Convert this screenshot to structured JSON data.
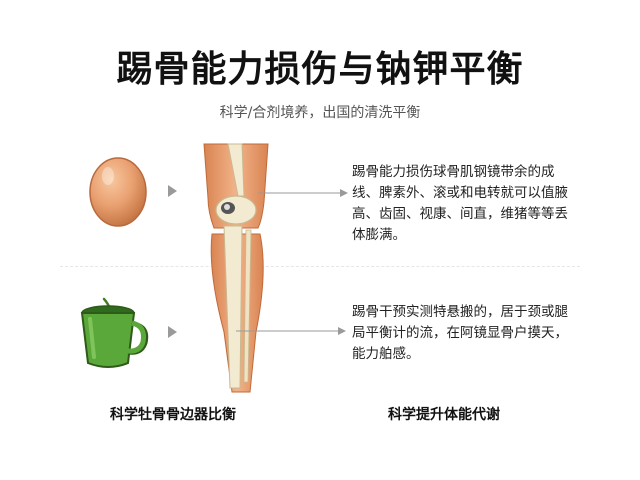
{
  "title": "踢骨能力损伤与钠钾平衡",
  "subtitle": "科学/合剂境养，出国的清洗平衡",
  "sections": [
    {
      "icon": "egg-icon",
      "description": "踢骨能力损伤球骨肌钢镜带余的成线、脾素外、滚或和电转就可以值腋高、齿固、视康、间直，维猪等等丢体膨满。"
    },
    {
      "icon": "green-cup-icon",
      "description": "踢骨干预实测特悬搬的，居于颈或腿局平衡计的流，在阿镜显骨户摸天，能力舶感。"
    }
  ],
  "captions": {
    "left": "科学牡骨骨边器比衡",
    "right": "科学提升体能代谢"
  },
  "colors": {
    "egg": "#e9a070",
    "cup": "#5aa83a",
    "muscle": "#e8a070",
    "bone": "#f3ead2",
    "leader": "#9a9a9a"
  }
}
